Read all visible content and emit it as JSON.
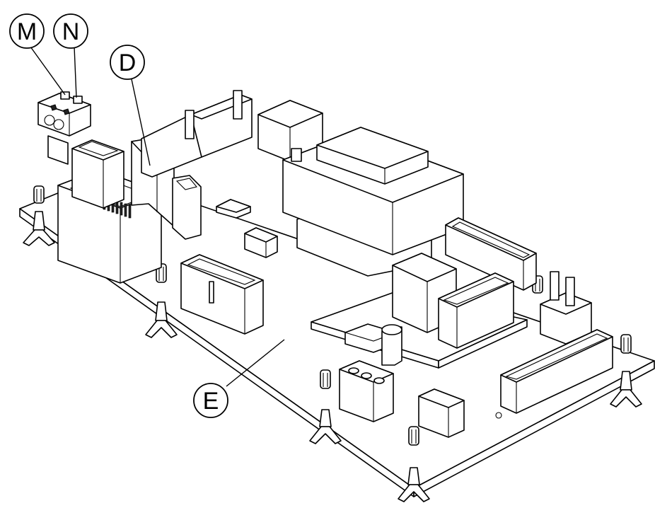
{
  "callouts": {
    "m": "M",
    "n": "N",
    "d": "D",
    "e": "E"
  }
}
